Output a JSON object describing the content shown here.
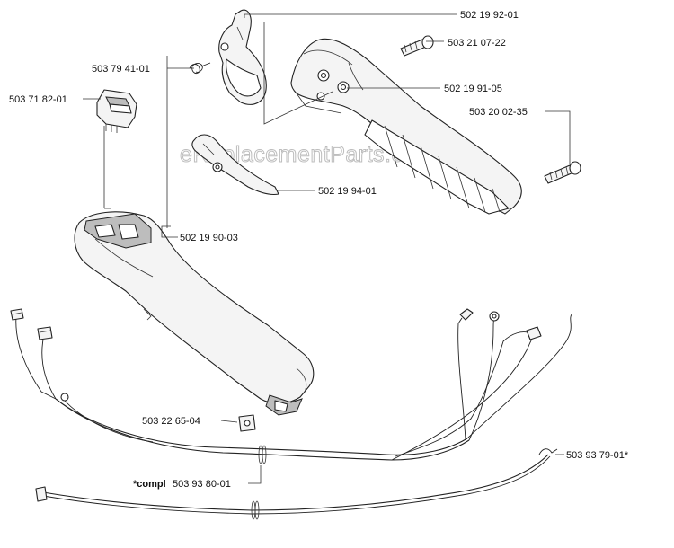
{
  "watermark": "eReplacementParts.com",
  "labels": {
    "p_502_19_92_01": "502 19 92-01",
    "p_503_21_07_22": "503 21 07-22",
    "p_503_79_41_01": "503 79 41-01",
    "p_503_71_82_01": "503 71 82-01",
    "p_502_19_91_05": "502 19 91-05",
    "p_503_20_02_35": "503 20 02-35",
    "p_502_19_94_01": "502 19 94-01",
    "p_502_19_90_03": "502 19 90-03",
    "p_503_22_65_04": "503 22 65-04",
    "p_503_93_79_01": "503 93 79-01*",
    "compl_prefix": "*compl",
    "p_503_93_80_01": "503 93 80-01"
  }
}
